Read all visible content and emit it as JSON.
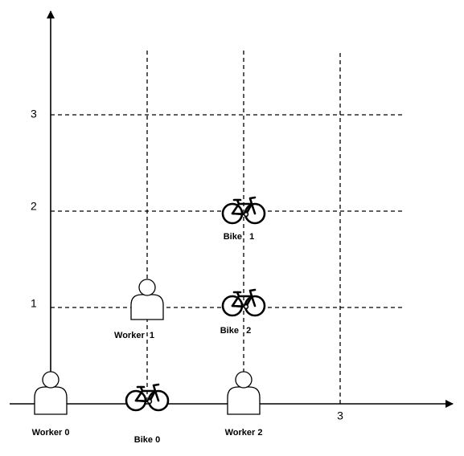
{
  "axis_ticks": {
    "y": [
      "1",
      "2",
      "3"
    ],
    "x": [
      "3"
    ]
  },
  "workers": [
    {
      "label": "Worker 0",
      "x": 0,
      "y": 0
    },
    {
      "label": "Worker  1",
      "x": 1,
      "y": 1
    },
    {
      "label": "Worker 2",
      "x": 2,
      "y": 0
    }
  ],
  "bikes": [
    {
      "label": "Bike 0",
      "x": 1,
      "y": 0
    },
    {
      "label": "Bike   1",
      "x": 2,
      "y": 2
    },
    {
      "label": "Bike   2",
      "x": 2,
      "y": 1
    }
  ],
  "colors": {
    "stroke": "#000000",
    "background": "#ffffff"
  }
}
